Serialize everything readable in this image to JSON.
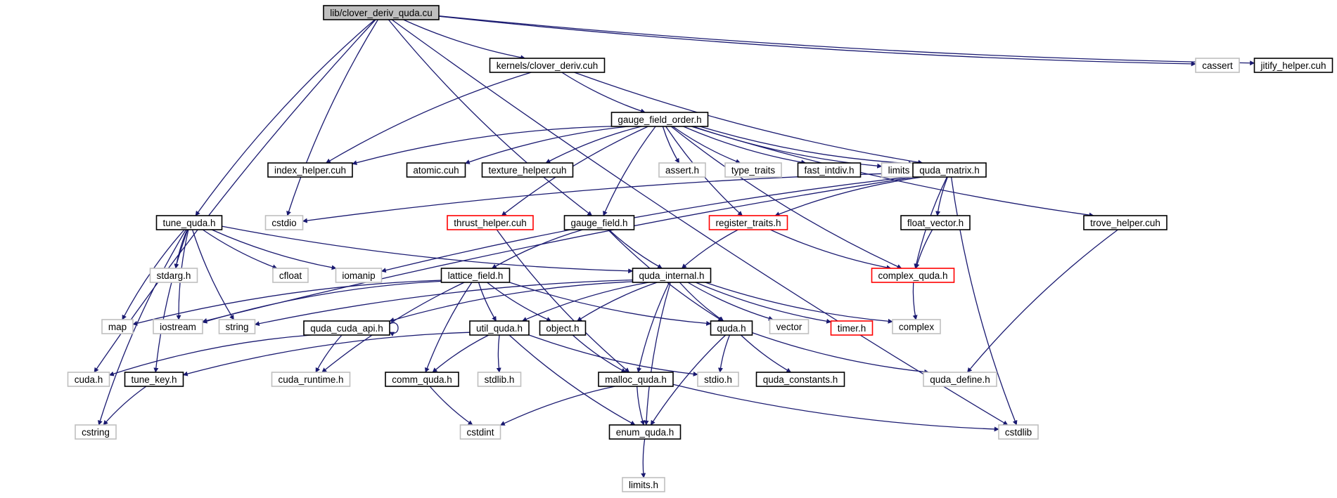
{
  "diagram": {
    "type": "include-dependency-graph",
    "colors": {
      "edge": "#191970",
      "documented_border": "#000000",
      "system_header_border": "#bfbfbf",
      "truncated_border": "#ff0000",
      "root_fill": "#bfbfbf"
    },
    "nodes": [
      {
        "id": "root",
        "label": "lib/clover_deriv_quda.cu",
        "style": "root"
      },
      {
        "id": "clover_deriv",
        "label": "kernels/clover_deriv.cuh",
        "style": "black"
      },
      {
        "id": "cassert",
        "label": "cassert",
        "style": "gray"
      },
      {
        "id": "jitify",
        "label": "jitify_helper.cuh",
        "style": "black"
      },
      {
        "id": "gfo",
        "label": "gauge_field_order.h",
        "style": "black"
      },
      {
        "id": "index_helper",
        "label": "index_helper.cuh",
        "style": "black"
      },
      {
        "id": "atomic",
        "label": "atomic.cuh",
        "style": "black"
      },
      {
        "id": "texture_helper",
        "label": "texture_helper.cuh",
        "style": "black"
      },
      {
        "id": "assert_h",
        "label": "assert.h",
        "style": "gray"
      },
      {
        "id": "type_traits",
        "label": "type_traits",
        "style": "gray"
      },
      {
        "id": "fast_intdiv",
        "label": "fast_intdiv.h",
        "style": "black"
      },
      {
        "id": "limits",
        "label": "limits",
        "style": "gray"
      },
      {
        "id": "quda_matrix",
        "label": "quda_matrix.h",
        "style": "black"
      },
      {
        "id": "tune_quda",
        "label": "tune_quda.h",
        "style": "black"
      },
      {
        "id": "cstdio",
        "label": "cstdio",
        "style": "gray"
      },
      {
        "id": "thrust_helper",
        "label": "thrust_helper.cuh",
        "style": "red"
      },
      {
        "id": "gauge_field",
        "label": "gauge_field.h",
        "style": "black"
      },
      {
        "id": "register_traits",
        "label": "register_traits.h",
        "style": "red"
      },
      {
        "id": "float_vector",
        "label": "float_vector.h",
        "style": "black"
      },
      {
        "id": "trove_helper",
        "label": "trove_helper.cuh",
        "style": "black"
      },
      {
        "id": "stdarg",
        "label": "stdarg.h",
        "style": "gray"
      },
      {
        "id": "cfloat",
        "label": "cfloat",
        "style": "gray"
      },
      {
        "id": "iomanip",
        "label": "iomanip",
        "style": "gray"
      },
      {
        "id": "lattice_field",
        "label": "lattice_field.h",
        "style": "black"
      },
      {
        "id": "quda_internal",
        "label": "quda_internal.h",
        "style": "black"
      },
      {
        "id": "complex_quda",
        "label": "complex_quda.h",
        "style": "red"
      },
      {
        "id": "map",
        "label": "map",
        "style": "gray"
      },
      {
        "id": "iostream",
        "label": "iostream",
        "style": "gray"
      },
      {
        "id": "string",
        "label": "string",
        "style": "gray"
      },
      {
        "id": "quda_cuda_api",
        "label": "quda_cuda_api.h",
        "style": "black"
      },
      {
        "id": "util_quda",
        "label": "util_quda.h",
        "style": "black"
      },
      {
        "id": "object_h",
        "label": "object.h",
        "style": "black"
      },
      {
        "id": "quda_h",
        "label": "quda.h",
        "style": "black"
      },
      {
        "id": "vector",
        "label": "vector",
        "style": "gray"
      },
      {
        "id": "timer",
        "label": "timer.h",
        "style": "red"
      },
      {
        "id": "complex",
        "label": "complex",
        "style": "gray"
      },
      {
        "id": "cuda_h",
        "label": "cuda.h",
        "style": "gray"
      },
      {
        "id": "tune_key",
        "label": "tune_key.h",
        "style": "black"
      },
      {
        "id": "cuda_runtime",
        "label": "cuda_runtime.h",
        "style": "gray"
      },
      {
        "id": "comm_quda",
        "label": "comm_quda.h",
        "style": "black"
      },
      {
        "id": "stdlib_h",
        "label": "stdlib.h",
        "style": "gray"
      },
      {
        "id": "malloc_quda",
        "label": "malloc_quda.h",
        "style": "black"
      },
      {
        "id": "stdio_h",
        "label": "stdio.h",
        "style": "gray"
      },
      {
        "id": "quda_constants",
        "label": "quda_constants.h",
        "style": "black"
      },
      {
        "id": "quda_define",
        "label": "quda_define.h",
        "style": "gray"
      },
      {
        "id": "cstring",
        "label": "cstring",
        "style": "gray"
      },
      {
        "id": "cstdint",
        "label": "cstdint",
        "style": "gray"
      },
      {
        "id": "enum_quda",
        "label": "enum_quda.h",
        "style": "black"
      },
      {
        "id": "cstdlib",
        "label": "cstdlib",
        "style": "gray"
      },
      {
        "id": "limits_h",
        "label": "limits.h",
        "style": "gray"
      }
    ],
    "edges": [
      [
        "root",
        "clover_deriv"
      ],
      [
        "root",
        "cassert"
      ],
      [
        "root",
        "jitify"
      ],
      [
        "root",
        "tune_quda"
      ],
      [
        "root",
        "cstdio"
      ],
      [
        "root",
        "cuda_h"
      ],
      [
        "root",
        "gauge_field"
      ],
      [
        "root",
        "cstdlib"
      ],
      [
        "clover_deriv",
        "gfo"
      ],
      [
        "clover_deriv",
        "index_helper"
      ],
      [
        "clover_deriv",
        "quda_matrix"
      ],
      [
        "gfo",
        "index_helper"
      ],
      [
        "gfo",
        "atomic"
      ],
      [
        "gfo",
        "texture_helper"
      ],
      [
        "gfo",
        "assert_h"
      ],
      [
        "gfo",
        "type_traits"
      ],
      [
        "gfo",
        "fast_intdiv"
      ],
      [
        "gfo",
        "limits"
      ],
      [
        "gfo",
        "quda_matrix"
      ],
      [
        "gfo",
        "thrust_helper"
      ],
      [
        "gfo",
        "gauge_field"
      ],
      [
        "gfo",
        "register_traits"
      ],
      [
        "gfo",
        "complex_quda"
      ],
      [
        "gfo",
        "trove_helper"
      ],
      [
        "quda_matrix",
        "cstdio"
      ],
      [
        "quda_matrix",
        "register_traits"
      ],
      [
        "quda_matrix",
        "float_vector"
      ],
      [
        "quda_matrix",
        "complex_quda"
      ],
      [
        "quda_matrix",
        "iomanip"
      ],
      [
        "quda_matrix",
        "iostream"
      ],
      [
        "quda_matrix",
        "cstdlib"
      ],
      [
        "tune_quda",
        "stdarg"
      ],
      [
        "tune_quda",
        "cfloat"
      ],
      [
        "tune_quda",
        "iomanip"
      ],
      [
        "tune_quda",
        "quda_internal"
      ],
      [
        "tune_quda",
        "map"
      ],
      [
        "tune_quda",
        "iostream"
      ],
      [
        "tune_quda",
        "string"
      ],
      [
        "tune_quda",
        "tune_key"
      ],
      [
        "tune_quda",
        "cstring"
      ],
      [
        "thrust_helper",
        "malloc_quda"
      ],
      [
        "gauge_field",
        "lattice_field"
      ],
      [
        "gauge_field",
        "quda_internal"
      ],
      [
        "gauge_field",
        "quda_h"
      ],
      [
        "register_traits",
        "quda_internal"
      ],
      [
        "register_traits",
        "complex_quda"
      ],
      [
        "float_vector",
        "complex_quda"
      ],
      [
        "complex_quda",
        "complex"
      ],
      [
        "trove_helper",
        "quda_define"
      ],
      [
        "lattice_field",
        "map"
      ],
      [
        "lattice_field",
        "iostream"
      ],
      [
        "lattice_field",
        "util_quda"
      ],
      [
        "lattice_field",
        "object_h"
      ],
      [
        "lattice_field",
        "quda_h"
      ],
      [
        "lattice_field",
        "comm_quda"
      ],
      [
        "lattice_field",
        "cuda_runtime"
      ],
      [
        "quda_internal",
        "string"
      ],
      [
        "quda_internal",
        "quda_cuda_api"
      ],
      [
        "quda_internal",
        "util_quda"
      ],
      [
        "quda_internal",
        "object_h"
      ],
      [
        "quda_internal",
        "quda_h"
      ],
      [
        "quda_internal",
        "vector"
      ],
      [
        "quda_internal",
        "timer"
      ],
      [
        "quda_internal",
        "complex"
      ],
      [
        "quda_internal",
        "malloc_quda"
      ],
      [
        "quda_internal",
        "enum_quda"
      ],
      [
        "quda_cuda_api",
        "quda_cuda_api"
      ],
      [
        "quda_cuda_api",
        "cuda_h"
      ],
      [
        "quda_cuda_api",
        "cuda_runtime"
      ],
      [
        "util_quda",
        "tune_key"
      ],
      [
        "util_quda",
        "comm_quda"
      ],
      [
        "util_quda",
        "stdlib_h"
      ],
      [
        "util_quda",
        "stdio_h"
      ],
      [
        "util_quda",
        "enum_quda"
      ],
      [
        "object_h",
        "malloc_quda"
      ],
      [
        "quda_h",
        "stdio_h"
      ],
      [
        "quda_h",
        "quda_constants"
      ],
      [
        "quda_h",
        "quda_define"
      ],
      [
        "quda_h",
        "enum_quda"
      ],
      [
        "tune_key",
        "cstring"
      ],
      [
        "comm_quda",
        "cstdint"
      ],
      [
        "malloc_quda",
        "cstdint"
      ],
      [
        "malloc_quda",
        "enum_quda"
      ],
      [
        "malloc_quda",
        "cstdlib"
      ],
      [
        "enum_quda",
        "limits_h"
      ]
    ]
  }
}
